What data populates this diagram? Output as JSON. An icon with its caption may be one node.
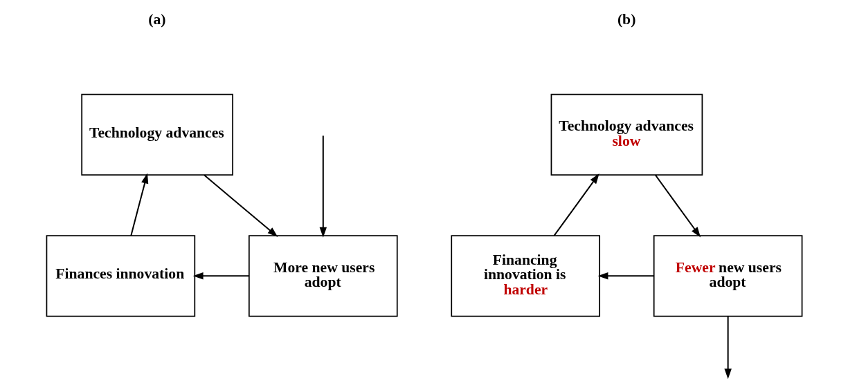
{
  "diagram": {
    "nodes": [
      {
        "text": [
          "Technology advances"
        ]
      },
      {
        "text": [
          "Finances innovation"
        ]
      },
      {
        "text": [
          "More new users adopt"
        ]
      },
      {
        "text": [
          "Technology advances slow"
        ]
      },
      {
        "text": [
          "Financing innovation is harder"
        ]
      },
      {
        "text": [
          "Fewer new users adopt"
        ]
      }
    ],
    "edges": [
      {
        "from": 0,
        "to": 2,
        "arrow": "to"
      },
      {
        "from": null,
        "to": 2,
        "arrow": "to"
      },
      {
        "from": 2,
        "to": 1,
        "arrow": "to"
      },
      {
        "from": 1,
        "to": 0,
        "arrow": "to"
      },
      {
        "from": 3,
        "to": 5,
        "arrow": "to"
      },
      {
        "from": 5,
        "to": 4,
        "arrow": "to"
      },
      {
        "from": 5,
        "to": null,
        "arrow": "to"
      },
      {
        "from": 4,
        "to": 3,
        "arrow": "to"
      }
    ],
    "labels": [
      "(a)",
      "(b)"
    ]
  }
}
